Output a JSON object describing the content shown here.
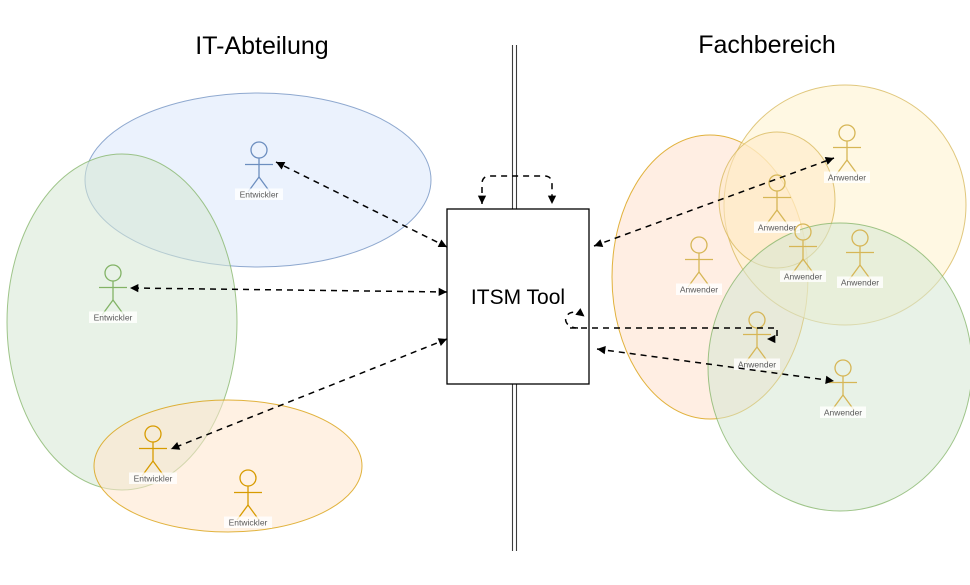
{
  "titles": {
    "left": "IT-Abteilung",
    "right": "Fachbereich"
  },
  "tool": {
    "label": "ITSM Tool"
  },
  "actors": {
    "left": [
      {
        "label": "Entwickler"
      },
      {
        "label": "Entwickler"
      },
      {
        "label": "Entwickler"
      },
      {
        "label": "Entwickler"
      }
    ],
    "right": [
      {
        "label": "Anwender"
      },
      {
        "label": "Anwender"
      },
      {
        "label": "Anwender"
      },
      {
        "label": "Anwender"
      },
      {
        "label": "Anwender"
      },
      {
        "label": "Anwender"
      },
      {
        "label": "Anwender"
      }
    ]
  },
  "colors": {
    "blue_fill": "#dae8fc",
    "blue_stroke": "#6c8ebf",
    "green_fill": "#d5e8d4",
    "green_stroke": "#82b366",
    "orange_fill": "#ffe6cc",
    "orange_stroke": "#d79b00",
    "yellow_fill": "#fff2cc",
    "yellow_stroke": "#d6b656",
    "edge_color": "#000000",
    "label_color": "#595959"
  }
}
